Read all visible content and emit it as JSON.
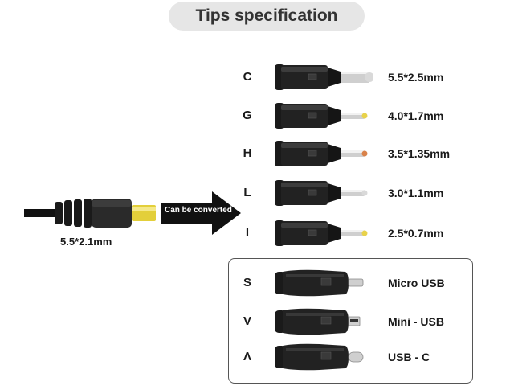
{
  "title": "Tips specification",
  "plug": {
    "label": "5.5*2.1mm"
  },
  "arrow": {
    "label": "Can be converted"
  },
  "tips": [
    {
      "letter": "C",
      "size": "5.5*2.5mm",
      "tip_color": "#d9d9d9"
    },
    {
      "letter": "G",
      "size": "4.0*1.7mm",
      "tip_color": "#e8d24a"
    },
    {
      "letter": "H",
      "size": "3.5*1.35mm",
      "tip_color": "#d9824a"
    },
    {
      "letter": "L",
      "size": "3.0*1.1mm",
      "tip_color": "#d9d9d9"
    },
    {
      "letter": "I",
      "size": "2.5*0.7mm",
      "tip_color": "#e8d24a"
    }
  ],
  "usb": [
    {
      "letter": "S",
      "label": "Micro USB"
    },
    {
      "letter": "V",
      "label": "Mini - USB"
    },
    {
      "letter": "Λ",
      "label": "USB - C"
    }
  ]
}
